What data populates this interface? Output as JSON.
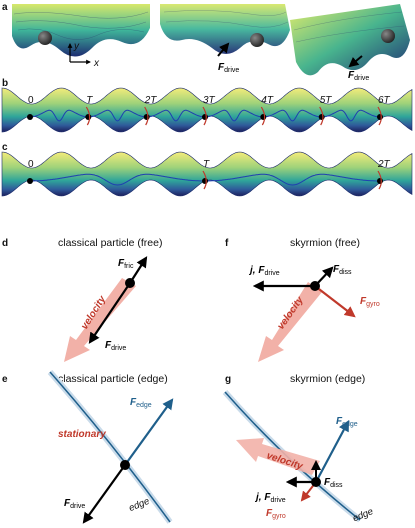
{
  "panels": {
    "a": {
      "label": "a",
      "axis_y": "y",
      "axis_x": "x",
      "force_label_1": "F",
      "force_sub_1": "drive",
      "force_label_2": "F",
      "force_sub_2": "drive"
    },
    "b": {
      "label": "b",
      "times": [
        "0",
        "T",
        "2T",
        "3T",
        "4T",
        "5T",
        "6T"
      ]
    },
    "c": {
      "label": "c",
      "times": [
        "0",
        "T",
        "2T"
      ]
    },
    "d": {
      "label": "d",
      "title": "classical particle (free)",
      "fric": "F",
      "fric_sub": "fric",
      "drive": "F",
      "drive_sub": "drive",
      "velocity": "velocity"
    },
    "e": {
      "label": "e",
      "title": "classical particle (edge)",
      "edge_force": "F",
      "edge_sub": "edge",
      "drive": "F",
      "drive_sub": "drive",
      "stationary": "stationary",
      "edge": "edge"
    },
    "f": {
      "label": "f",
      "title": "skyrmion (free)",
      "j_prefix": "j,",
      "drive": "F",
      "drive_sub": "drive",
      "diss": "F",
      "diss_sub": "diss",
      "gyro": "F",
      "gyro_sub": "gyro",
      "velocity": "velocity"
    },
    "g": {
      "label": "g",
      "title": "skyrmion (edge)",
      "edge_force": "F",
      "edge_sub": "edge",
      "j_prefix": "j,",
      "drive": "F",
      "drive_sub": "drive",
      "diss": "F",
      "diss_sub": "diss",
      "gyro": "F",
      "gyro_sub": "gyro",
      "velocity": "velocity",
      "edge": "edge"
    }
  },
  "colors": {
    "red": "#c0392b",
    "pink": "#f2b1a8",
    "blue": "#1f5f8b",
    "track_yellow": "#f4ec7a",
    "track_navy": "#1b2a6b"
  }
}
